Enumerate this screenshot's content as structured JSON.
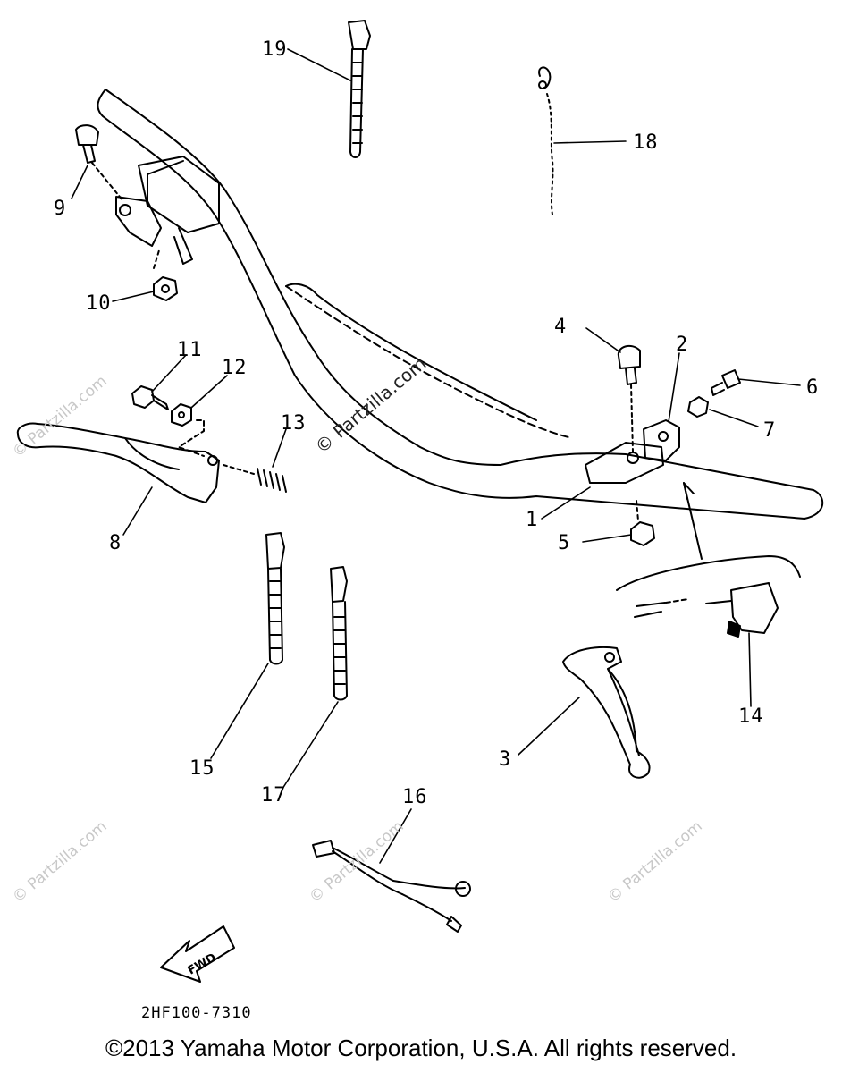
{
  "diagram": {
    "callouts": {
      "c1": "1",
      "c2": "2",
      "c3": "3",
      "c4": "4",
      "c5": "5",
      "c6": "6",
      "c7": "7",
      "c8": "8",
      "c9": "9",
      "c10": "10",
      "c11": "11",
      "c12": "12",
      "c13": "13",
      "c14": "14",
      "c15": "15",
      "c16": "16",
      "c17": "17",
      "c18": "18",
      "c19": "19"
    },
    "fwd_label": "FWD",
    "drawing_number": "2HF100-7310",
    "watermark_main": "© Partzilla.com",
    "watermark": "© Partzilla.com"
  },
  "footer": {
    "copyright": "©2013 Yamaha Motor Corporation, U.S.A. All rights reserved."
  }
}
